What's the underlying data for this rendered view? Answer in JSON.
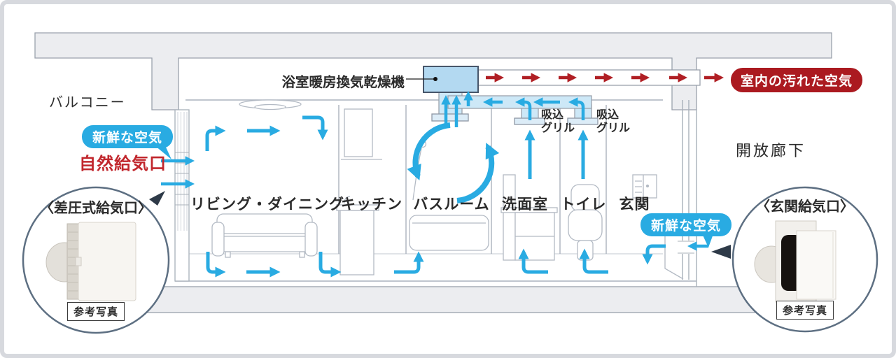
{
  "diagram": {
    "device_label": "浴室暖房換気乾燥機",
    "balcony_label": "バルコニー",
    "corridor_label": "開放廊下",
    "fresh_air_badge": "新鮮な空気",
    "dirty_air_badge": "室内の汚れた空気",
    "natural_intake_label": "自然給気口",
    "rooms": [
      {
        "id": "living-dining",
        "label": "リビング・ダイニング"
      },
      {
        "id": "kitchen",
        "label": "キッチン"
      },
      {
        "id": "bathroom",
        "label": "バスルーム"
      },
      {
        "id": "washroom",
        "label": "洗面室"
      },
      {
        "id": "toilet",
        "label": "トイレ"
      },
      {
        "id": "entrance",
        "label": "玄関"
      }
    ],
    "suction_grille": {
      "line1": "吸込",
      "line2": "グリル"
    },
    "callout_left": {
      "title": "〈差圧式給気口〉",
      "caption": "参考写真"
    },
    "callout_right": {
      "title": "〈玄関給気口〉",
      "caption": "参考写真"
    },
    "colors": {
      "fresh_air_blue": "#29abe2",
      "exhaust_red": "#b01f24",
      "natural_intake_red": "#c1272d",
      "duct_fill": "#cde8f7",
      "unit_fill": "#b3d9f1",
      "structure_gray": "#ecedf0"
    }
  }
}
